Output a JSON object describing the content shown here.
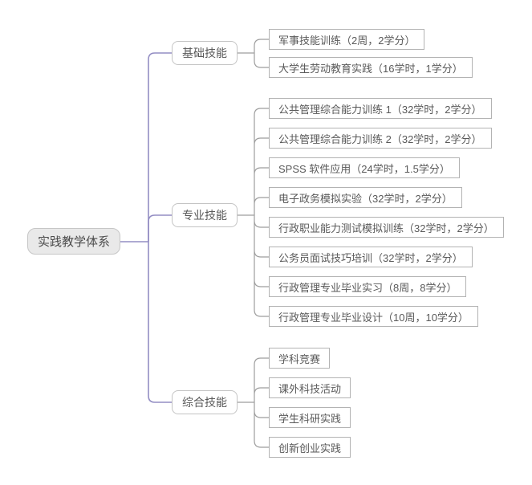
{
  "diagram": {
    "root": "实践教学体系",
    "branches": [
      {
        "label": "基础技能",
        "children": [
          "军事技能训练（2周，2学分）",
          "大学生劳动教育实践（16学时，1学分）"
        ]
      },
      {
        "label": "专业技能",
        "children": [
          "公共管理综合能力训练 1（32学时，2学分）",
          "公共管理综合能力训练 2（32学时，2学分）",
          "SPSS 软件应用（24学时，1.5学分）",
          "电子政务模拟实验（32学时，2学分）",
          "行政职业能力测试模拟训练（32学时，2学分）",
          "公务员面试技巧培训（32学时，2学分）",
          "行政管理专业毕业实习（8周，8学分）",
          "行政管理专业毕业设计（10周，10学分）"
        ]
      },
      {
        "label": "综合技能",
        "children": [
          "学科竞赛",
          "课外科技活动",
          "学生科研实践",
          "创新创业实践"
        ]
      }
    ]
  },
  "colors": {
    "primary_link": "#938dc3",
    "secondary_link": "#9e9e9e",
    "root_fill": "#e9e9e9",
    "root_border": "#c6c6c6",
    "branch_border": "#c4c4c4",
    "leaf_border": "#b3b3b3",
    "text": "#595959"
  }
}
